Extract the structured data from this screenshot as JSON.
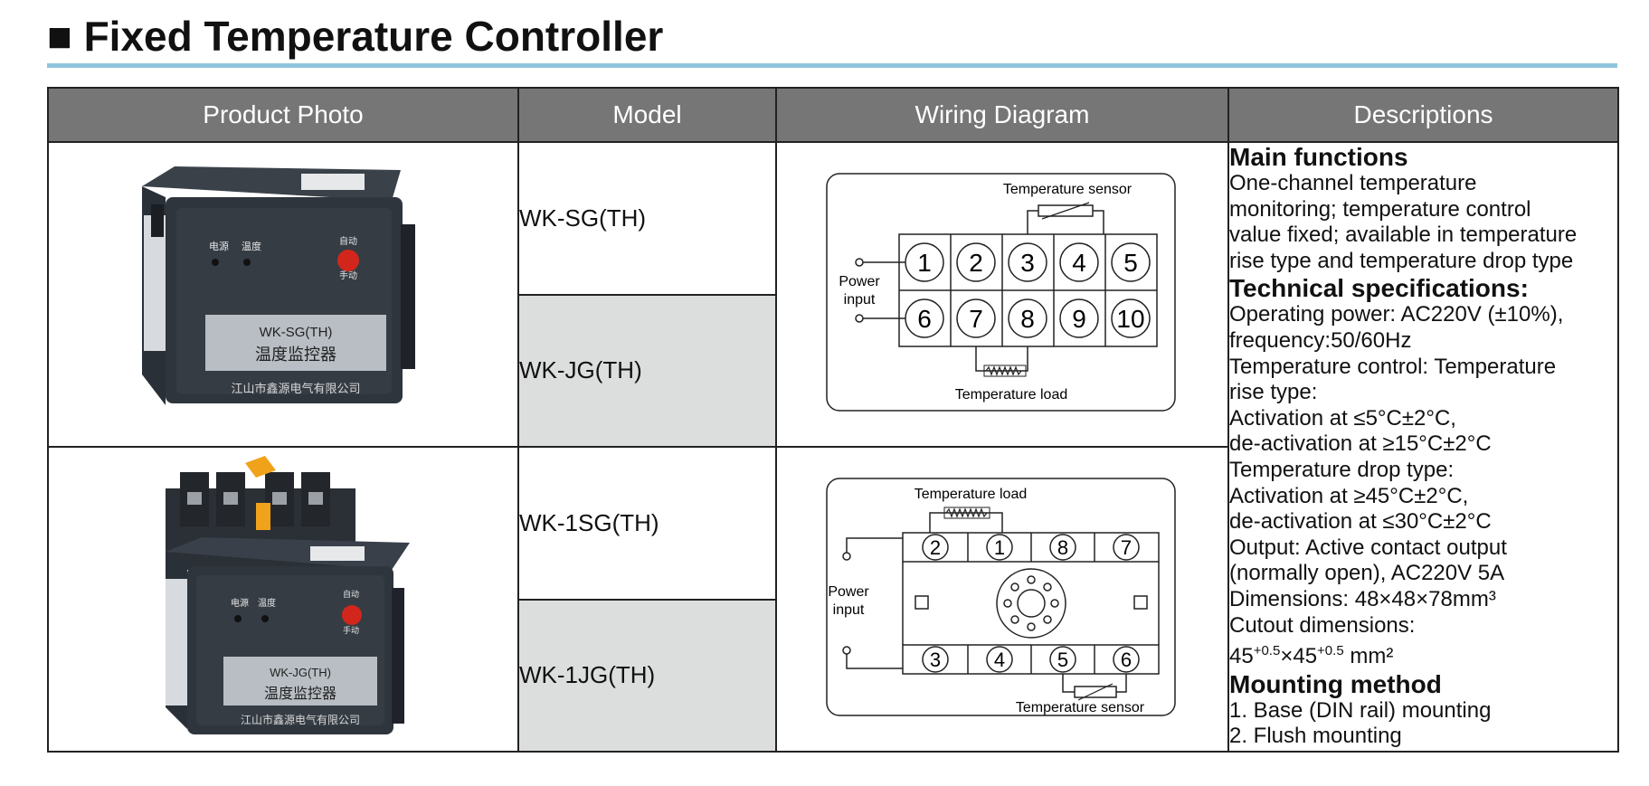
{
  "page_title": "Fixed Temperature Controller",
  "title_marker": "■",
  "headers": [
    "Product Photo",
    "Model",
    "Wiring Diagram",
    "Descriptions"
  ],
  "models": [
    "WK-SG(TH)",
    "WK-JG(TH)",
    "WK-1SG(TH)",
    "WK-1JG(TH)"
  ],
  "photo1": {
    "label_model": "WK-SG(TH)",
    "label_name": "温度监控器",
    "maker": "江山市鑫源电气有限公司",
    "led1": "电源",
    "led2": "温度",
    "auto": "自动",
    "manual": "手动"
  },
  "photo2": {
    "label_model": "WK-JG(TH)",
    "label_name": "温度监控器",
    "maker": "江山市鑫源电气有限公司",
    "led1": "电源",
    "led2": "温度",
    "auto": "自动",
    "manual": "手动"
  },
  "wiring1": {
    "sensor_label": "Temperature sensor",
    "load_label": "Temperature load",
    "power_line1": "Power",
    "power_line2": "input",
    "terminals_top": [
      "1",
      "2",
      "3",
      "4",
      "5"
    ],
    "terminals_bottom": [
      "6",
      "7",
      "8",
      "9",
      "10"
    ]
  },
  "wiring2": {
    "load_label": "Temperature load",
    "sensor_label": "Temperature sensor",
    "power_line1": "Power",
    "power_line2": "input",
    "terminals_top": [
      "2",
      "1",
      "8",
      "7"
    ],
    "terminals_bottom": [
      "3",
      "4",
      "5",
      "6"
    ]
  },
  "desc": {
    "main_functions_title": "Main functions",
    "main_functions_lines": [
      "One-channel temperature",
      "monitoring; temperature control",
      "value fixed; available in temperature",
      "rise type and temperature drop type"
    ],
    "tech_title": "Technical specifications:",
    "tech_lines": [
      "Operating power: AC220V (±10%),",
      "frequency:50/60Hz",
      "Temperature control: Temperature",
      "rise type:",
      "Activation at ≤5°C±2°C,",
      "de-activation at ≥15°C±2°C",
      "Temperature drop type:",
      "Activation at ≥45°C±2°C,",
      "de-activation at ≤30°C±2°C",
      "Output: Active contact output",
      "(normally open), AC220V 5A",
      "Dimensions: 48×48×78mm³",
      "Cutout dimensions:"
    ],
    "cutout_a": "45",
    "cutout_sup_a": "+0.5",
    "cutout_x": "×45",
    "cutout_sup_b": "+0.5",
    "cutout_unit": " mm²",
    "mounting_title": "Mounting method",
    "mounting_lines": [
      "1. Base (DIN rail) mounting",
      "2. Flush mounting"
    ]
  }
}
